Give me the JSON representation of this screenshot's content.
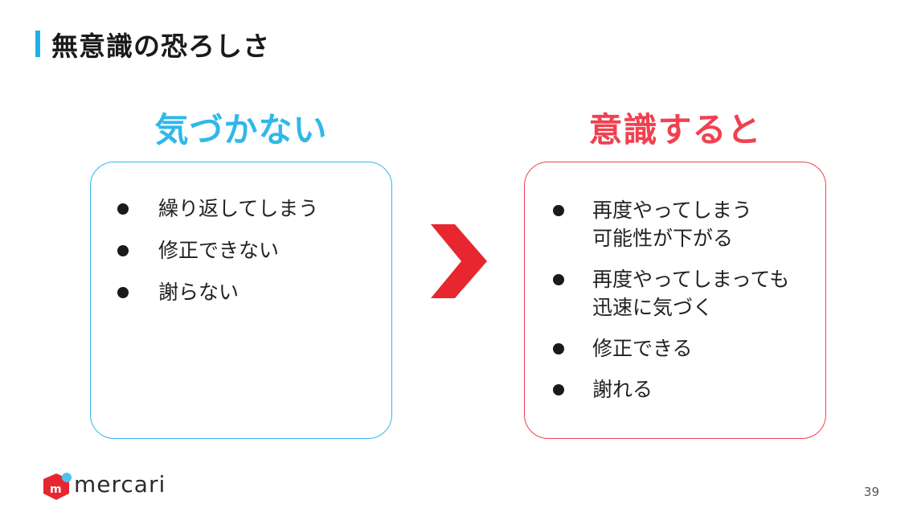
{
  "slide": {
    "title": "無意識の恐ろしさ",
    "page_number": "39"
  },
  "left_panel": {
    "heading": "気づかない",
    "items": [
      "繰り返してしまう",
      "修正できない",
      "謝らない"
    ]
  },
  "right_panel": {
    "heading": "意識すると",
    "items": [
      {
        "line1": "再度やってしまう",
        "line2": "可能性が下がる"
      },
      {
        "line1": "再度やってしまっても",
        "line2": "迅速に気づく"
      },
      {
        "line1": "修正できる",
        "line2": ""
      },
      {
        "line1": "謝れる",
        "line2": ""
      }
    ]
  },
  "logo": {
    "text": "mercari",
    "mark_letter": "m"
  },
  "colors": {
    "accent_blue": "#2fb8ea",
    "accent_red": "#f04150",
    "arrow_red": "#e8262f"
  },
  "icons": {
    "arrow": "chevron-right-icon",
    "bullet": "bullet-dot-icon",
    "logo": "mercari-box-icon"
  }
}
